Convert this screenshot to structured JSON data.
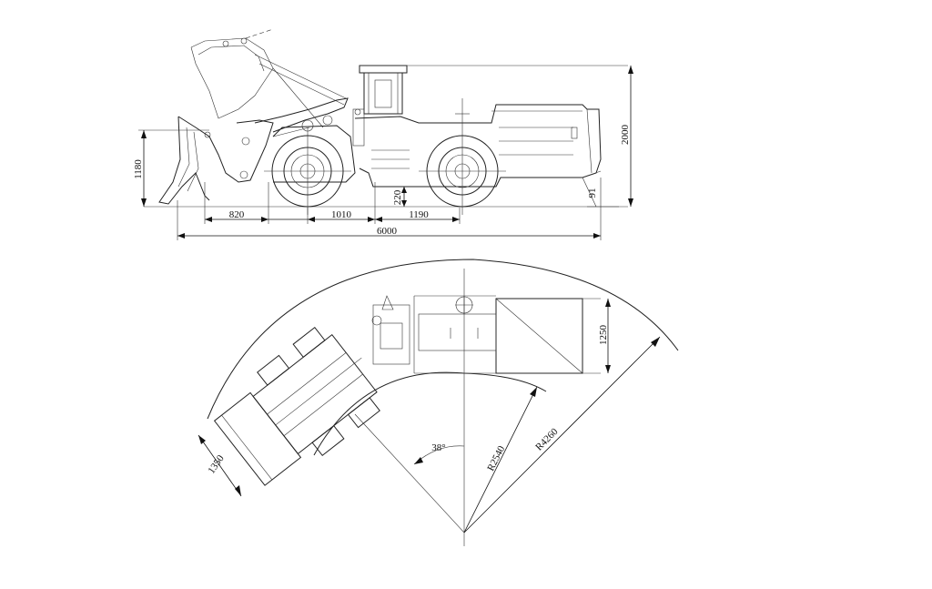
{
  "side_view": {
    "dims": {
      "bucket_height": "1180",
      "bucket_reach": "820",
      "front_axle": "1010",
      "rear_axle": "1190",
      "ground_clearance": "220",
      "total_length": "6000",
      "height": "2000",
      "departure": "91"
    }
  },
  "top_view": {
    "dims": {
      "width": "1250",
      "bucket_width": "1350",
      "angle": "38°",
      "inner_radius": "R2540",
      "outer_radius": "R4260"
    }
  }
}
